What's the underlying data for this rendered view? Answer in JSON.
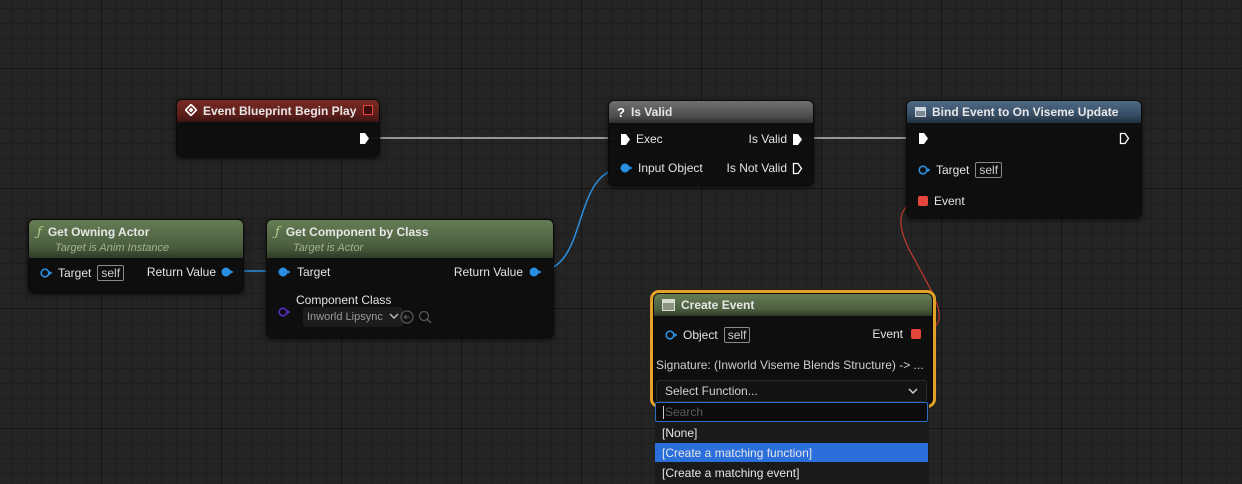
{
  "graph": {
    "background_color": "#242424",
    "wire_colors": {
      "exec": "#bdbdbd",
      "object": "#2a8fe0",
      "delegate": "#c23b2c"
    }
  },
  "nodes": {
    "begin_play": {
      "title": "Event Blueprint Begin Play",
      "icon": "event-diamond-icon",
      "header_color": "#7a2a24"
    },
    "is_valid": {
      "title": "Is Valid",
      "icon": "question-mark-icon",
      "inputs": [
        {
          "label": "Exec",
          "type": "exec"
        },
        {
          "label": "Input Object",
          "type": "object"
        }
      ],
      "outputs": [
        {
          "label": "Is Valid",
          "type": "exec"
        },
        {
          "label": "Is Not Valid",
          "type": "exec"
        }
      ]
    },
    "bind_event": {
      "title": "Bind Event to On Viseme Update",
      "icon": "delegate-window-icon",
      "target_label": "Target",
      "target_default": "self",
      "event_label": "Event"
    },
    "get_owning_actor": {
      "title": "Get Owning Actor",
      "subtitle": "Target is Anim Instance",
      "icon": "function-icon",
      "target_label": "Target",
      "target_default": "self",
      "return_label": "Return Value"
    },
    "get_component_by_class": {
      "title": "Get Component by Class",
      "subtitle": "Target is Actor",
      "icon": "function-icon",
      "target_label": "Target",
      "return_label": "Return Value",
      "component_class_label": "Component Class",
      "component_class_value": "Inworld Lipsync"
    },
    "create_event": {
      "title": "Create Event",
      "icon": "delegate-window-icon",
      "object_label": "Object",
      "object_default": "self",
      "event_label": "Event",
      "signature": "Signature: (Inworld Viseme Blends Structure) -> ...",
      "select_label": "Select Function...",
      "selected": true
    }
  },
  "function_dropdown": {
    "search_placeholder": "Search",
    "options": [
      {
        "label": "[None]",
        "highlighted": false
      },
      {
        "label": "[Create a matching function]",
        "highlighted": true
      },
      {
        "label": "[Create a matching event]",
        "highlighted": false
      }
    ],
    "highlight_color": "#2a6fdb"
  }
}
